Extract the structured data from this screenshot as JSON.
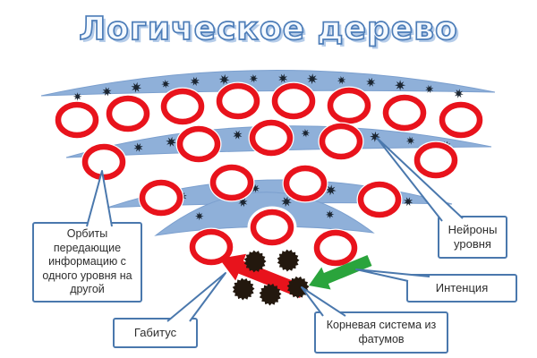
{
  "title": "Логическое дерево",
  "callouts": {
    "orbits": "Орбиты передающие информацию с одного уровня на другой",
    "habitus": "Габитус",
    "neurons": "Нейроны уровня",
    "intention": "Интенция",
    "roots": "Корневая система из фатумов"
  },
  "figure": {
    "levels": 4,
    "stars_per_level": [
      14,
      11,
      8,
      4
    ],
    "neurons_per_row": [
      8,
      5,
      4,
      3
    ],
    "fatums": 5
  },
  "colors": {
    "arc_fill": "#8fb0d9",
    "arc_edge": "#7b9fce",
    "neuron_ring": "#e8131c",
    "star": "#1b2531",
    "fatum": "#23180e",
    "arrow_red": "#e8131c",
    "arrow_green": "#2aa43c",
    "callout_border": "#4a78ad",
    "title_fill": "#f4f9ff",
    "title_outline": "#4d7db8",
    "title_shadow": "#b5cce9",
    "text": "#2d2d2d"
  }
}
